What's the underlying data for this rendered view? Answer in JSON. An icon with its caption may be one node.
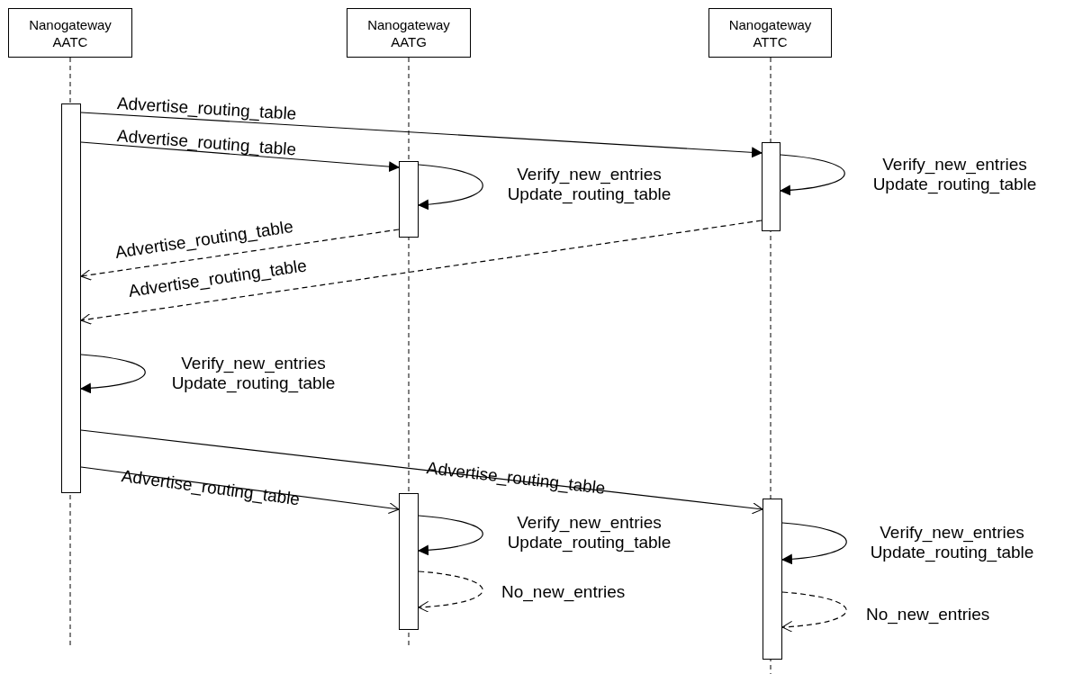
{
  "diagram": {
    "nodes": [
      {
        "text": [
          "Nanogateway AATC"
        ]
      },
      {
        "text": [
          "Nanogateway AATG"
        ]
      },
      {
        "text": [
          "Nanogateway ATTC"
        ]
      },
      {
        "text": [],
        "shape": "bar"
      },
      {
        "text": [],
        "shape": "bar"
      },
      {
        "text": [],
        "shape": "bar"
      },
      {
        "text": [],
        "shape": "bar"
      },
      {
        "text": [],
        "shape": "bar"
      }
    ],
    "edges": [
      {
        "from": 3,
        "to": 4,
        "arrow": "to",
        "label": "Advertise_routing_table"
      },
      {
        "from": 3,
        "to": 5,
        "arrow": "to",
        "label": "Advertise_routing_table"
      },
      {
        "from": 4,
        "to": 4,
        "arrow": "to",
        "label": "Verify_new_entries Update_routing_table"
      },
      {
        "from": 5,
        "to": 5,
        "arrow": "to",
        "label": "Verify_new_entries Update_routing_table"
      },
      {
        "from": 5,
        "to": 3,
        "arrow": "to",
        "label": "Advertise_routing_table",
        "style": "dashed"
      },
      {
        "from": 4,
        "to": 3,
        "arrow": "to",
        "label": "Advertise_routing_table",
        "style": "dashed"
      },
      {
        "from": 3,
        "to": 3,
        "arrow": "to",
        "label": "Verify_new_entries Update_routing_table"
      },
      {
        "from": 3,
        "to": 7,
        "arrow": "to",
        "label": "Advertise_routing_table"
      },
      {
        "from": 3,
        "to": 6,
        "arrow": "to",
        "label": "Advertise_routing_table"
      },
      {
        "from": 6,
        "to": 6,
        "arrow": "to",
        "label": "Verify_new_entries Update_routing_table"
      },
      {
        "from": 6,
        "to": 6,
        "arrow": "to",
        "label": "No_new_entries",
        "style": "dashed"
      },
      {
        "from": 7,
        "to": 7,
        "arrow": "to",
        "label": "Verify_new_entries Update_routing_table"
      },
      {
        "from": 7,
        "to": 7,
        "arrow": "to",
        "label": "No_new_entries",
        "style": "dashed"
      }
    ]
  }
}
